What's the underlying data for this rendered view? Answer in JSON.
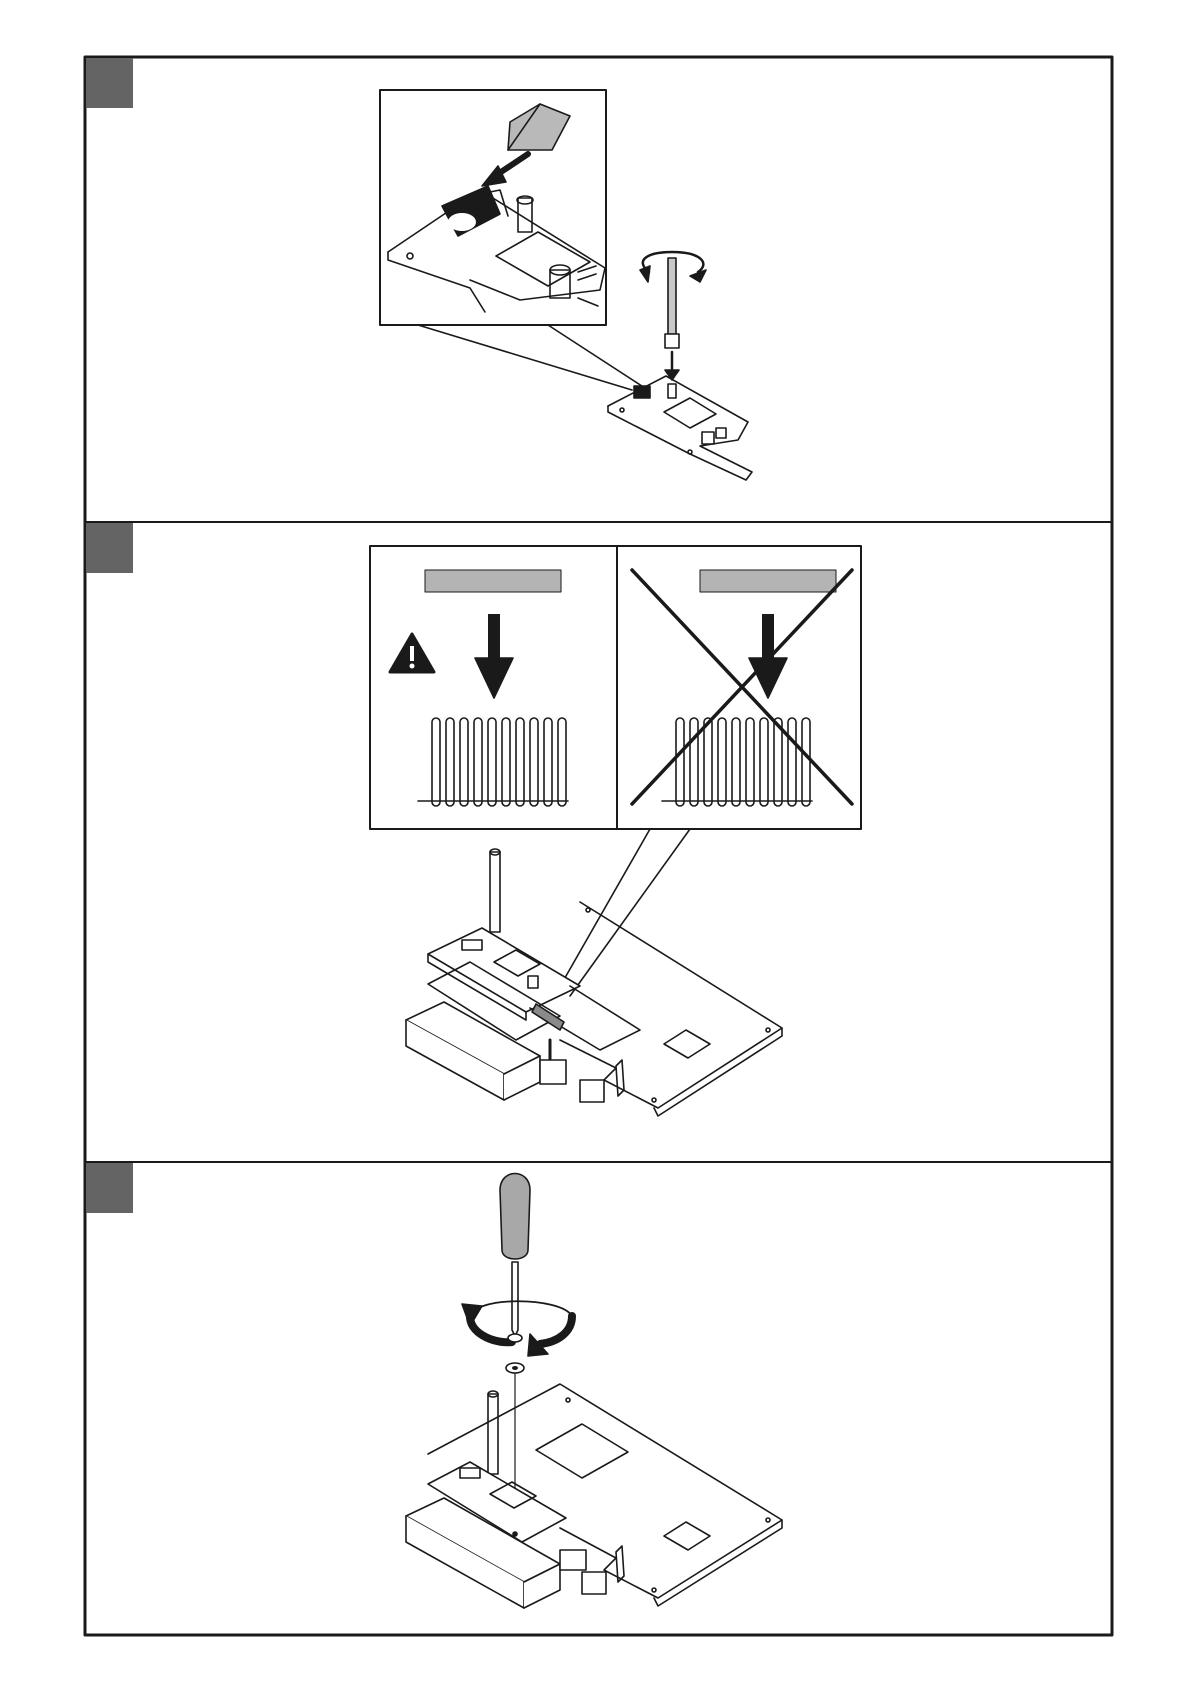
{
  "document": {
    "panels": [
      {
        "step_badge": "",
        "scene": "sim-card-insert-and-antenna-mount"
      },
      {
        "step_badge": "",
        "scene": "module-connector-alignment"
      },
      {
        "step_badge": "",
        "scene": "module-screw-fastening"
      }
    ],
    "callouts": {
      "correct_label": "",
      "wrong_label": ""
    },
    "icons": {
      "warning": "warning-triangle-icon",
      "rotate": "rotate-arrow-icon",
      "forbidden": "cross-out-icon",
      "screwdriver": "screwdriver-icon"
    },
    "colors": {
      "ink": "#1a1a1a",
      "badge": "#646464",
      "label_bar": "#b4b4b4",
      "card": "#b9b9b9",
      "handle": "#a8a8a8"
    }
  }
}
